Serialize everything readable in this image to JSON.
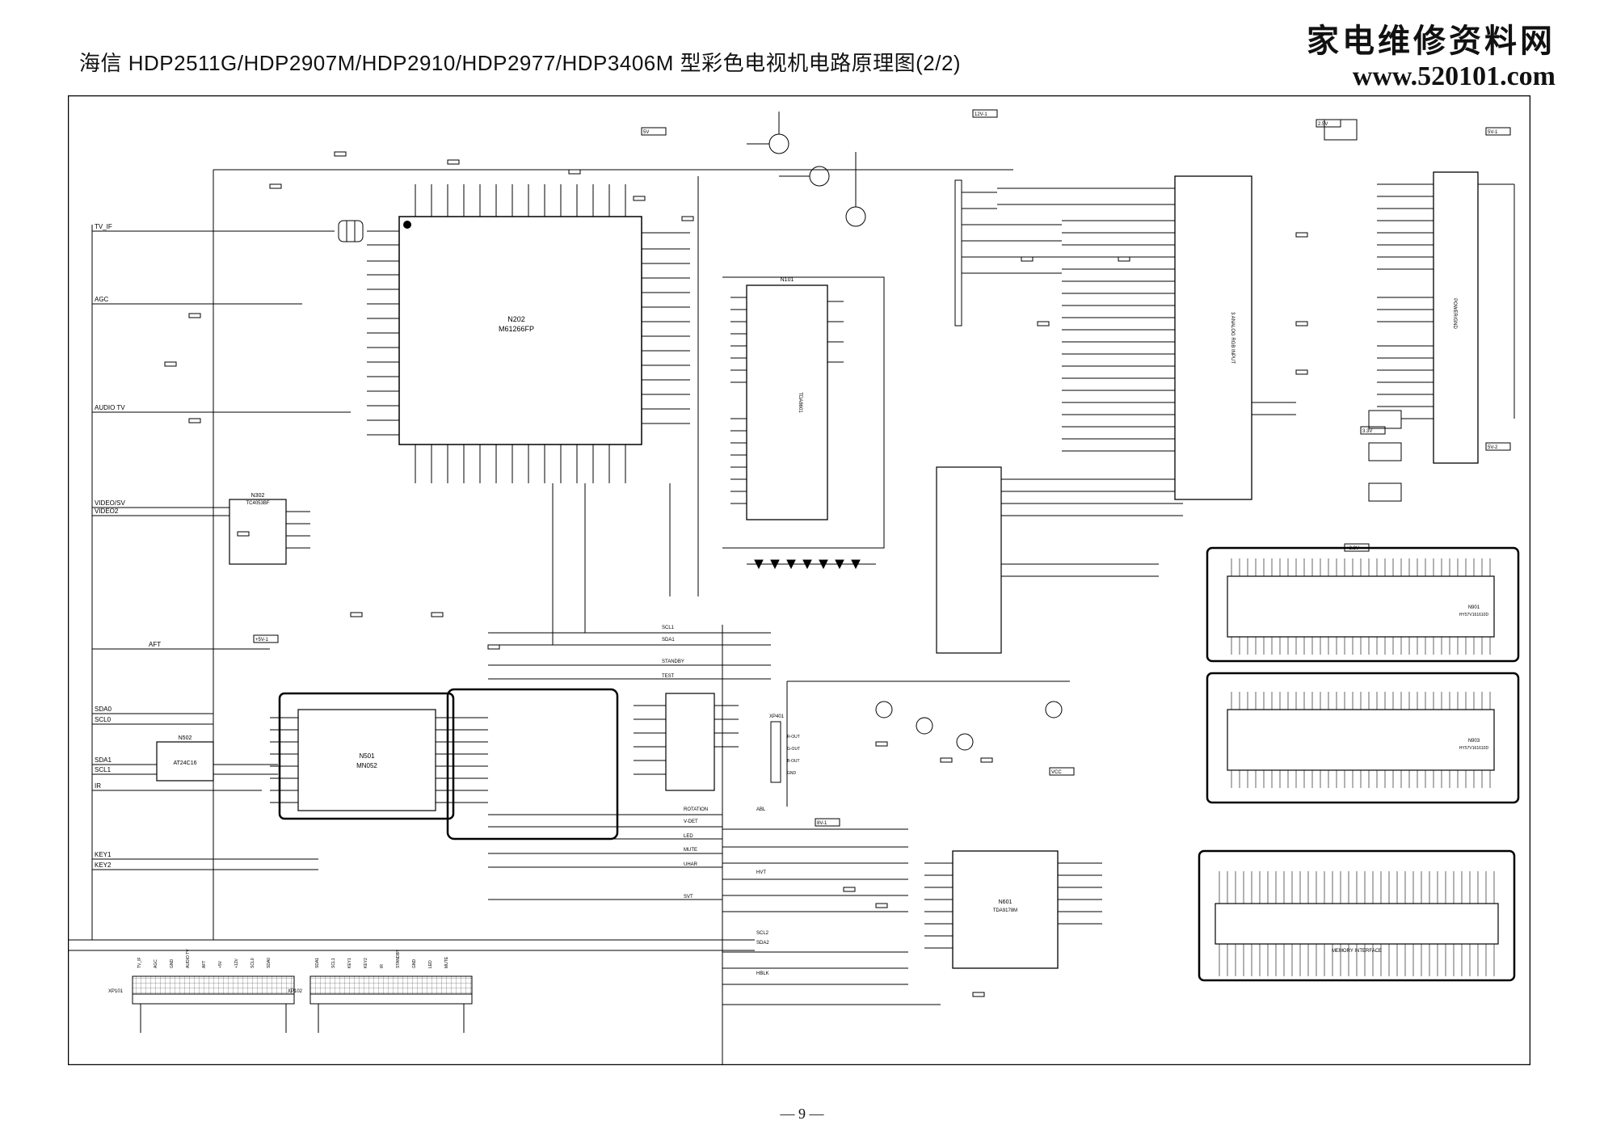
{
  "header": {
    "title": "海信 HDP2511G/HDP2907M/HDP2910/HDP2977/HDP3406M 型彩色电视机电路原理图(2/2)",
    "site_cn": "家电维修资料网",
    "site_url": "www.520101.com"
  },
  "footer": {
    "page": "— 9 —"
  },
  "chips": {
    "n202": {
      "ref": "N202",
      "part": "M61266FP"
    },
    "n501": {
      "ref": "N501",
      "part": "MN052"
    },
    "n502": {
      "ref": "N502",
      "part": "AT24C16"
    },
    "n302": {
      "ref": "N302",
      "part": "TC4053BF"
    },
    "n601": {
      "ref": "N601",
      "part": "TDA9178M"
    },
    "n101": {
      "ref": "N101",
      "part": "TDA8601"
    },
    "n901": {
      "ref": "N901",
      "part": "HY57V161610D"
    },
    "n903": {
      "ref": "N903",
      "part": "HY57V161610D"
    },
    "memory": {
      "label": "MEMORY INTERFACE"
    },
    "rgb_input": {
      "label": "3 ANALOG RGB INPUT"
    },
    "power": {
      "label": "POWER/GND"
    }
  },
  "signals": {
    "left": [
      "TV_IF",
      "AGC",
      "AUDIO TV",
      "VIDEO/SV",
      "VIDEO2",
      "AFT",
      "SDA0",
      "SCL0",
      "SDA1",
      "SCL1",
      "IR",
      "KEY1",
      "KEY2"
    ],
    "right": [
      "SCL1",
      "SDA1",
      "STANDBY",
      "TEST",
      "ROTATION",
      "V-DET",
      "LED",
      "MUTE",
      "UHAR",
      "SVT",
      "HVT",
      "SCL2",
      "SDA2",
      "HBLK",
      "ABL"
    ],
    "rails": [
      "5V",
      "+5V-1",
      "3.3V",
      "+3.3V",
      "2.5V",
      "12V-1",
      "5V-1",
      "5V-2",
      "8V-1",
      "VCC"
    ]
  },
  "connectors": {
    "xp101": {
      "ref": "XP101",
      "pins": [
        "TV_IF",
        "AGC",
        "GND",
        "AUDIO TV",
        "AFT",
        "+5V",
        "+12V",
        "SCL0",
        "SDA0"
      ]
    },
    "xp102": {
      "ref": "XP102",
      "pins": [
        "SDA1",
        "SCL1",
        "KEY1",
        "KEY2",
        "IR",
        "STANDBY",
        "GND",
        "LED",
        "MUTE"
      ]
    },
    "xp401": {
      "ref": "XP401",
      "pins": [
        "R-OUT",
        "G-OUT",
        "B-OUT",
        "GND"
      ]
    }
  }
}
